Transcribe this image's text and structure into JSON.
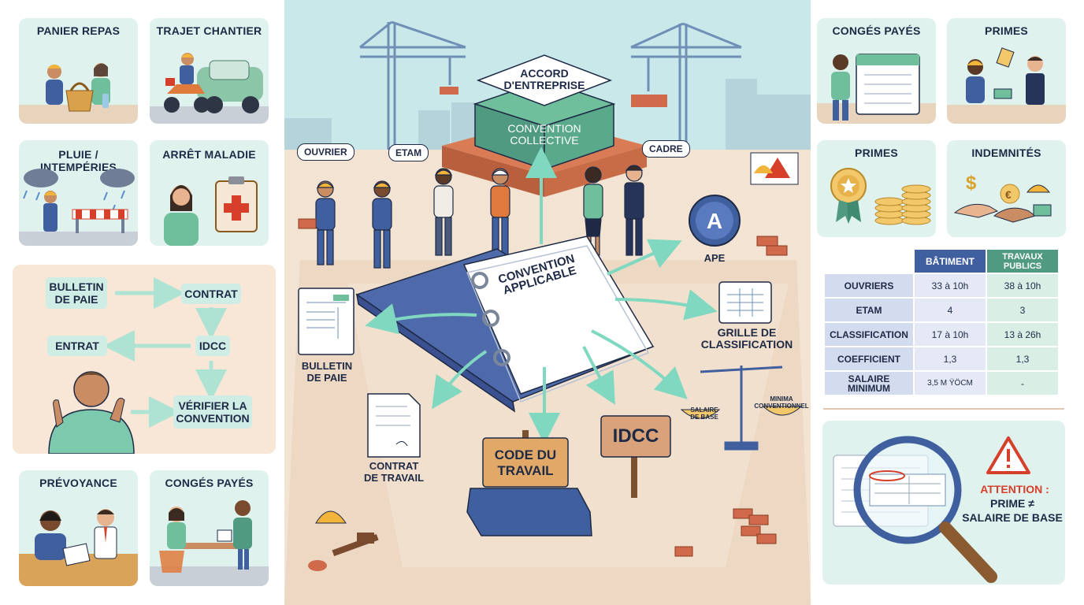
{
  "left_cards": [
    {
      "title": "PANIER REPAS",
      "icon": "meal-basket-icon"
    },
    {
      "title": "TRAJET CHANTIER",
      "icon": "scooter-car-icon"
    },
    {
      "title": "PLUIE / INTEMPÉRIES",
      "icon": "rain-icon"
    },
    {
      "title": "ARRÊT MALADIE",
      "icon": "medical-clipboard-icon"
    },
    {
      "title": "PRÉVOYANCE",
      "icon": "handshake-icon"
    },
    {
      "title": "CONGÉS PAYÉS",
      "icon": "meeting-icon"
    }
  ],
  "flow": {
    "bulletin": "BULLETIN\nDE PAIE",
    "contrat": "CONTRAT",
    "idcc": "IDCC",
    "entrat": "ENTRAT",
    "verifier": "VÉRIFIER LA\nCONVENTION"
  },
  "center": {
    "accord": "ACCORD\nD'ENTREPRISE",
    "convention_collective": "CONVENTION\nCOLLECTIVE",
    "bubble_ouvrier": "OUVRIER",
    "bubble_etam": "ETAM",
    "bubble_cadre": "CADRE",
    "binder_title": "CONVENTION\nAPPLICABLE",
    "ape": "APE",
    "grille": "GRILLE DE\nCLASSIFICATION",
    "bulletin": "BULLETIN\nDE PAIE",
    "contrat_travail": "CONTRAT\nDE TRAVAIL",
    "code_travail": "CODE DU\nTRAVAIL",
    "idcc": "IDCC",
    "salaire_base": "SALAIRE\nDE BASE",
    "minima": "MINIMA\nCONVENTIONNEL"
  },
  "right_cards": [
    {
      "title": "CONGÉS PAYÉS",
      "icon": "calendar-icon"
    },
    {
      "title": "PRIMES",
      "icon": "handover-icon"
    },
    {
      "title": "PRIMES",
      "icon": "medal-coins-icon"
    },
    {
      "title": "INDEMNITÉS",
      "icon": "money-hands-icon"
    }
  ],
  "table": {
    "headers": [
      "BÂTIMENT",
      "TRAVAUX\nPUBLICS"
    ],
    "rows": [
      {
        "label": "OUVRIERS",
        "batiment": "33 à 10h",
        "travaux": "38 à 10h"
      },
      {
        "label": "ETAM",
        "batiment": "4",
        "travaux": "3"
      },
      {
        "label": "CLASSIFICATION",
        "batiment": "17 à 10h",
        "travaux": "13 à 26h"
      },
      {
        "label": "COEFFICIENT",
        "batiment": "1,3",
        "travaux": "1,3"
      },
      {
        "label": "SALAIRE\nMINIMUM",
        "batiment": "3,5 M ŸÖCM",
        "travaux": "-"
      }
    ]
  },
  "attention": {
    "title": "ATTENTION :",
    "body": "PRIME ≠\nSALAIRE DE BASE"
  },
  "colors": {
    "accent_green": "#4f9a80",
    "accent_blue": "#3f5f9f",
    "warning_red": "#d6402a",
    "navy": "#1e2a45"
  }
}
